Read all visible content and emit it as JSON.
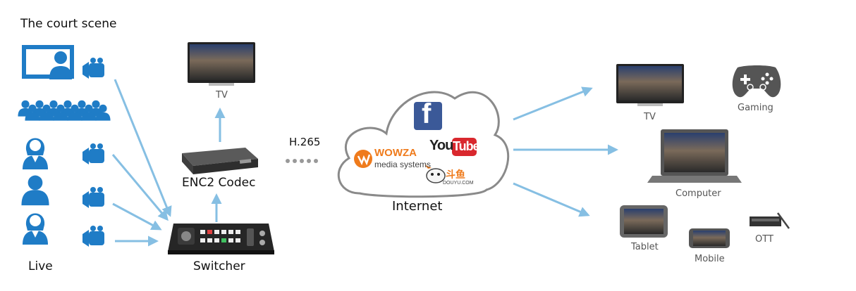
{
  "labels": {
    "court_scene": "The court scene",
    "live": "Live",
    "switcher": "Switcher",
    "codec": "ENC2 Codec",
    "tv_top": "TV",
    "protocol": "H.265",
    "internet": "Internet",
    "tv": "TV",
    "gaming": "Gaming",
    "computer": "Computer",
    "tablet": "Tablet",
    "mobile": "Mobile",
    "ott": "OTT"
  },
  "logos": {
    "facebook": "f",
    "youtube_you": "You",
    "youtube_tube": "Tube",
    "wowza_name": "WOWZA",
    "wowza_sub": "media systems",
    "douyu_cn": "斗鱼",
    "douyu_en": "DOUYU.COM"
  },
  "colors": {
    "blue": "#1f7cc6",
    "arrow": "#86bfe3",
    "youtube_red": "#d9282e",
    "facebook_blue": "#3b5998",
    "wowza_orange": "#ef7b1c"
  }
}
